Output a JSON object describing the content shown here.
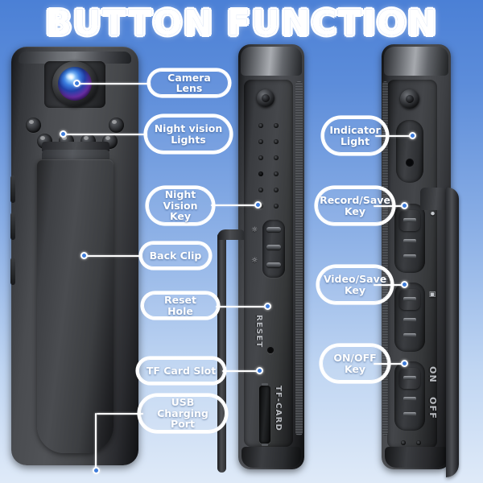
{
  "header": {
    "title": "BUTTON FUNCTION"
  },
  "theme": {
    "bg_top": "#4b80d6",
    "bg_bottom": "#dfeaf8",
    "label_text": "#ffffff",
    "label_border": "#ffffff",
    "dot_fill": "#3f7ddb",
    "connector": "#ffffff",
    "device_body": "#44464a"
  },
  "callouts": {
    "camera_lens": "Camera Lens",
    "night_vision_lights": "Night vision\nLights",
    "night_vision_key": "Night\nVision Key",
    "back_clip": "Back Clip",
    "reset_hole": "Reset Hole",
    "tf_card_slot": "TF Card Slot",
    "usb_charging_port": "USB Charging\nPort",
    "indicator_light": "Indicator\nLight",
    "record_save_key": "Record/Save\nKey",
    "video_save_key": "Video/Save\nKey",
    "on_off_key": "ON/OFF\nKey"
  },
  "device_markings": {
    "reset": "RESET",
    "tf_card": "TF-CARD",
    "power_on": "ON",
    "power_off": "OFF"
  },
  "views": {
    "front": {
      "name": "front-back-view",
      "features": [
        "camera-lens",
        "ir-leds",
        "back-clip"
      ],
      "ir_led_count": 6
    },
    "middle": {
      "name": "left-side-view",
      "features": [
        "mic-grille",
        "night-vision-switch",
        "reset-hole",
        "tf-card-slot"
      ]
    },
    "right": {
      "name": "right-side-view",
      "features": [
        "indicator-light",
        "record-save-switch",
        "video-save-switch",
        "on-off-switch",
        "speaker-grille"
      ]
    }
  }
}
